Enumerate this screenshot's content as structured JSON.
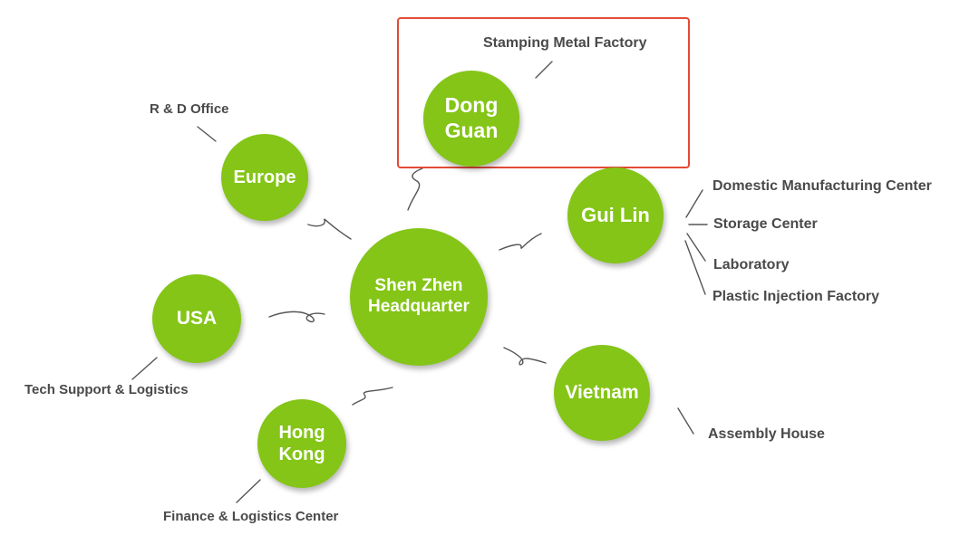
{
  "hub": {
    "line1": "Shen Zhen",
    "line2": "Headquarter"
  },
  "nodes": {
    "dongguan": {
      "line1": "Dong",
      "line2": "Guan"
    },
    "europe": {
      "label": "Europe"
    },
    "guilin": {
      "label": "Gui Lin"
    },
    "usa": {
      "label": "USA"
    },
    "vietnam": {
      "label": "Vietnam"
    },
    "hongkong": {
      "line1": "Hong",
      "line2": "Kong"
    }
  },
  "labels": {
    "stamping": "Stamping Metal Factory",
    "rd_office": "R & D Office",
    "domestic": "Domestic Manufacturing Center",
    "storage": "Storage Center",
    "laboratory": "Laboratory",
    "plastic": "Plastic Injection Factory",
    "tech_support": "Tech Support & Logistics",
    "assembly": "Assembly House",
    "finance": "Finance & Logistics Center"
  },
  "colors": {
    "node": "#84c517",
    "highlight": "#e24b36",
    "text": "#4a4a4a",
    "line": "#555555"
  }
}
